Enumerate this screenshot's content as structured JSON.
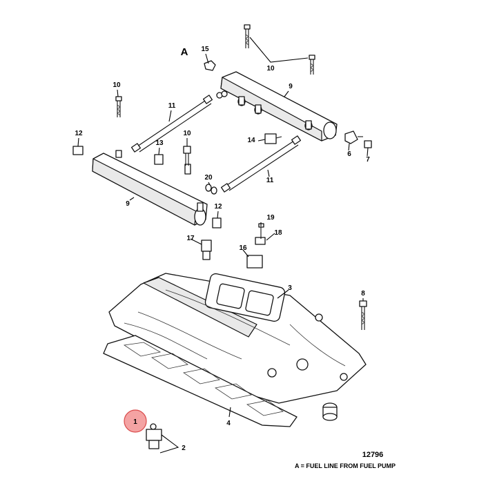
{
  "callouts": {
    "c1": "1",
    "c2": "2",
    "c3": "3",
    "c4": "4",
    "c6": "6",
    "c7": "7",
    "c8": "8",
    "c9a": "9",
    "c9b": "9",
    "c10a": "10",
    "c10b": "10",
    "c10c": "10",
    "c11a": "11",
    "c11b": "11",
    "c12a": "12",
    "c12b": "12",
    "c13": "13",
    "c14": "14",
    "c15": "15",
    "c16": "16",
    "c17": "17",
    "c18": "18",
    "c19": "19",
    "c20": "20"
  },
  "view_letter": "A",
  "figure_code": "12796",
  "caption": "A = FUEL LINE FROM FUEL PUMP",
  "colors": {
    "highlight_fill": "#f4a3a3",
    "highlight_stroke": "#d94a4a",
    "line": "#111111"
  }
}
